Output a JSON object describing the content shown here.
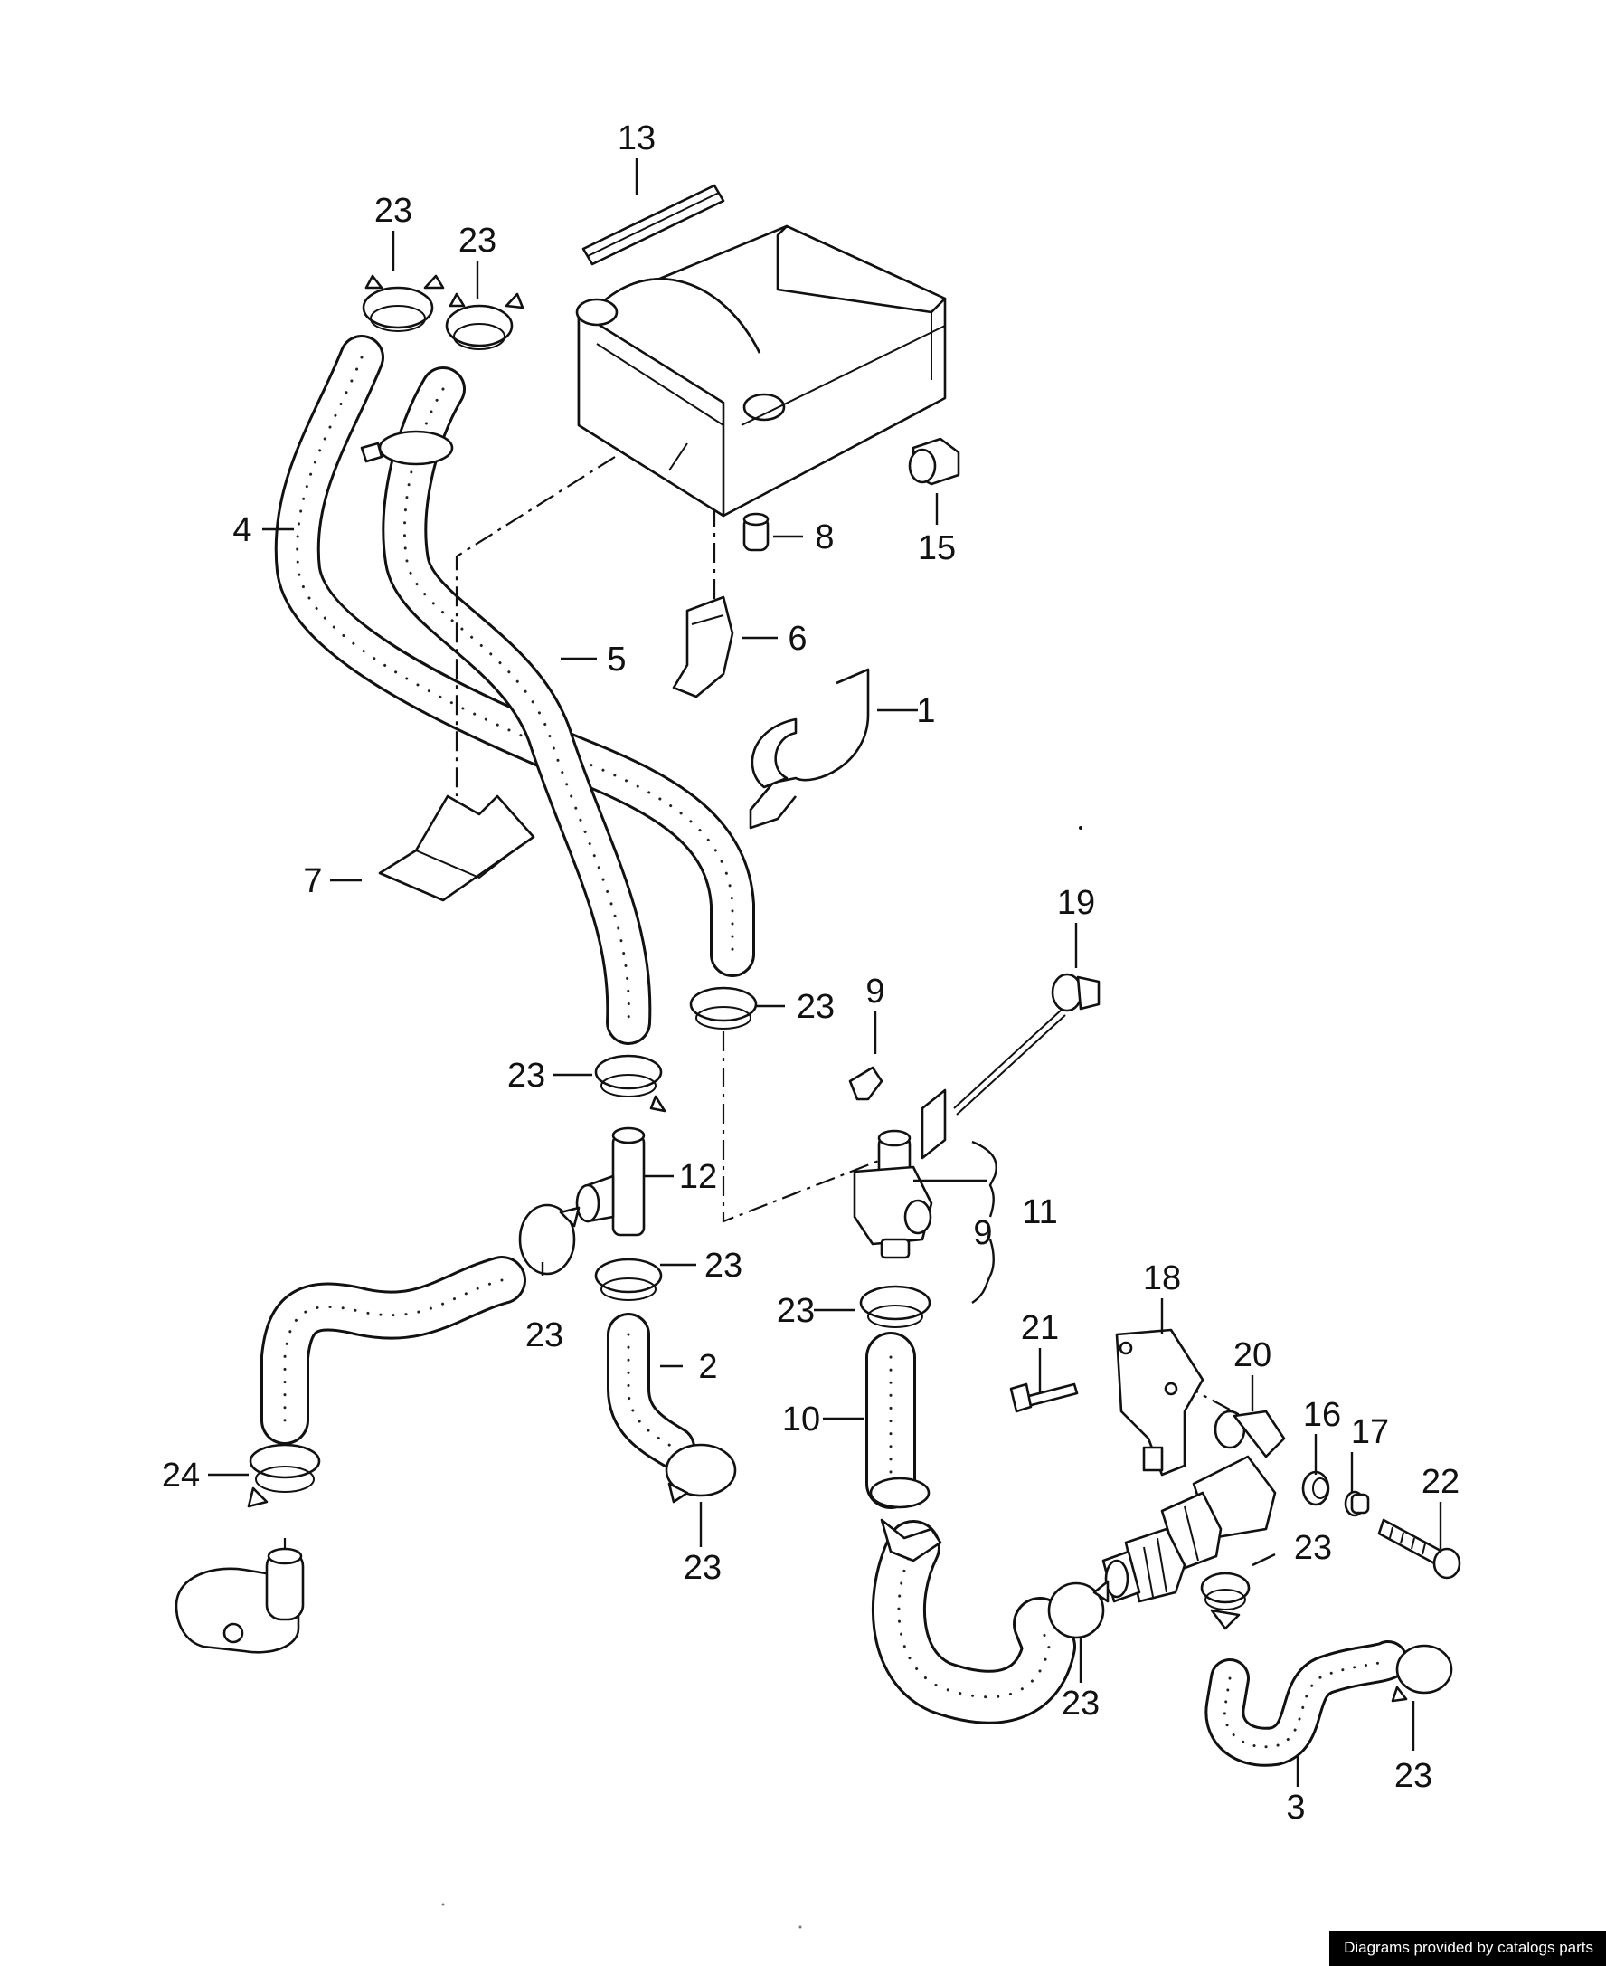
{
  "diagram": {
    "callouts": [
      {
        "id": "c13",
        "text": "13"
      },
      {
        "id": "c23a",
        "text": "23"
      },
      {
        "id": "c23b",
        "text": "23"
      },
      {
        "id": "c4",
        "text": "4"
      },
      {
        "id": "c8",
        "text": "8"
      },
      {
        "id": "c15",
        "text": "15"
      },
      {
        "id": "c5",
        "text": "5"
      },
      {
        "id": "c6",
        "text": "6"
      },
      {
        "id": "c1",
        "text": "1"
      },
      {
        "id": "c7",
        "text": "7"
      },
      {
        "id": "c19",
        "text": "19"
      },
      {
        "id": "c9a",
        "text": "9"
      },
      {
        "id": "c23c",
        "text": "23"
      },
      {
        "id": "c23d",
        "text": "23"
      },
      {
        "id": "c12",
        "text": "12"
      },
      {
        "id": "c11",
        "text": "11"
      },
      {
        "id": "c9b",
        "text": "9"
      },
      {
        "id": "c23e",
        "text": "23"
      },
      {
        "id": "c23f",
        "text": "23"
      },
      {
        "id": "c18",
        "text": "18"
      },
      {
        "id": "c23g",
        "text": "23"
      },
      {
        "id": "c2",
        "text": "2"
      },
      {
        "id": "c21",
        "text": "21"
      },
      {
        "id": "c20",
        "text": "20"
      },
      {
        "id": "c10",
        "text": "10"
      },
      {
        "id": "c16",
        "text": "16"
      },
      {
        "id": "c17",
        "text": "17"
      },
      {
        "id": "c24",
        "text": "24"
      },
      {
        "id": "c22",
        "text": "22"
      },
      {
        "id": "c23h",
        "text": "23"
      },
      {
        "id": "c23i",
        "text": "23"
      },
      {
        "id": "c23j",
        "text": "23"
      },
      {
        "id": "c3",
        "text": "3"
      },
      {
        "id": "c23k",
        "text": "23"
      }
    ]
  },
  "footer": {
    "credit": "Diagrams provided by catalogs parts"
  }
}
